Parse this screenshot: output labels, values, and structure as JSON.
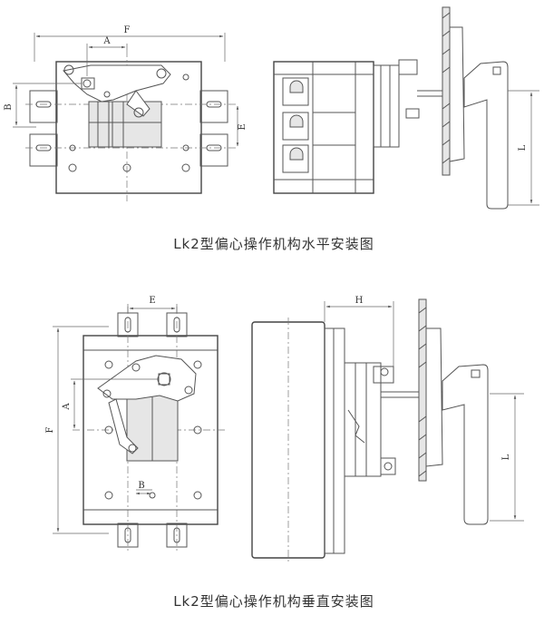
{
  "captions": {
    "horizontal": "Lk2型偏心操作机构水平安装图",
    "vertical": "Lk2型偏心操作机构垂直安装图"
  },
  "dimensions_top": {
    "F": "F",
    "A": "A",
    "B": "B",
    "E": "E",
    "L": "L"
  },
  "dimensions_bottom": {
    "E": "E",
    "A": "A",
    "F": "F",
    "B": "B",
    "H": "H",
    "L": "L"
  }
}
